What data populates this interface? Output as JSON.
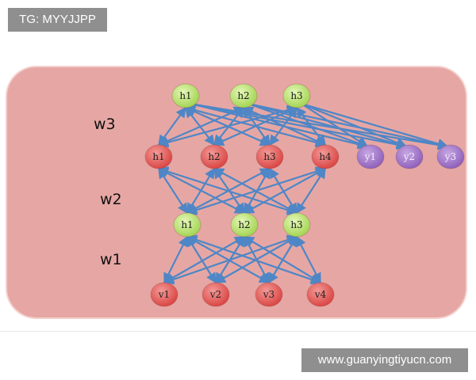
{
  "watermark_top": "TG: MYYJJPP",
  "watermark_bottom": "www.guanyingtiyucn.com",
  "colors": {
    "panel_fill": "#e6a7a4",
    "panel_stroke": "#f4d2cf",
    "arrow": "#4f86c6",
    "node_red": "#e0524f",
    "node_green": "#b4e06a",
    "node_purple": "#9a6ec2"
  },
  "weights": [
    "w3",
    "w2",
    "w1"
  ],
  "layers": {
    "top_hidden": [
      "h1",
      "h2",
      "h3"
    ],
    "hidden_2": [
      "h1",
      "h2",
      "h3",
      "h4"
    ],
    "outputs": [
      "y1",
      "y2",
      "y3"
    ],
    "hidden_1": [
      "h1",
      "h2",
      "h3"
    ],
    "visible": [
      "v1",
      "v2",
      "v3",
      "v4"
    ]
  }
}
